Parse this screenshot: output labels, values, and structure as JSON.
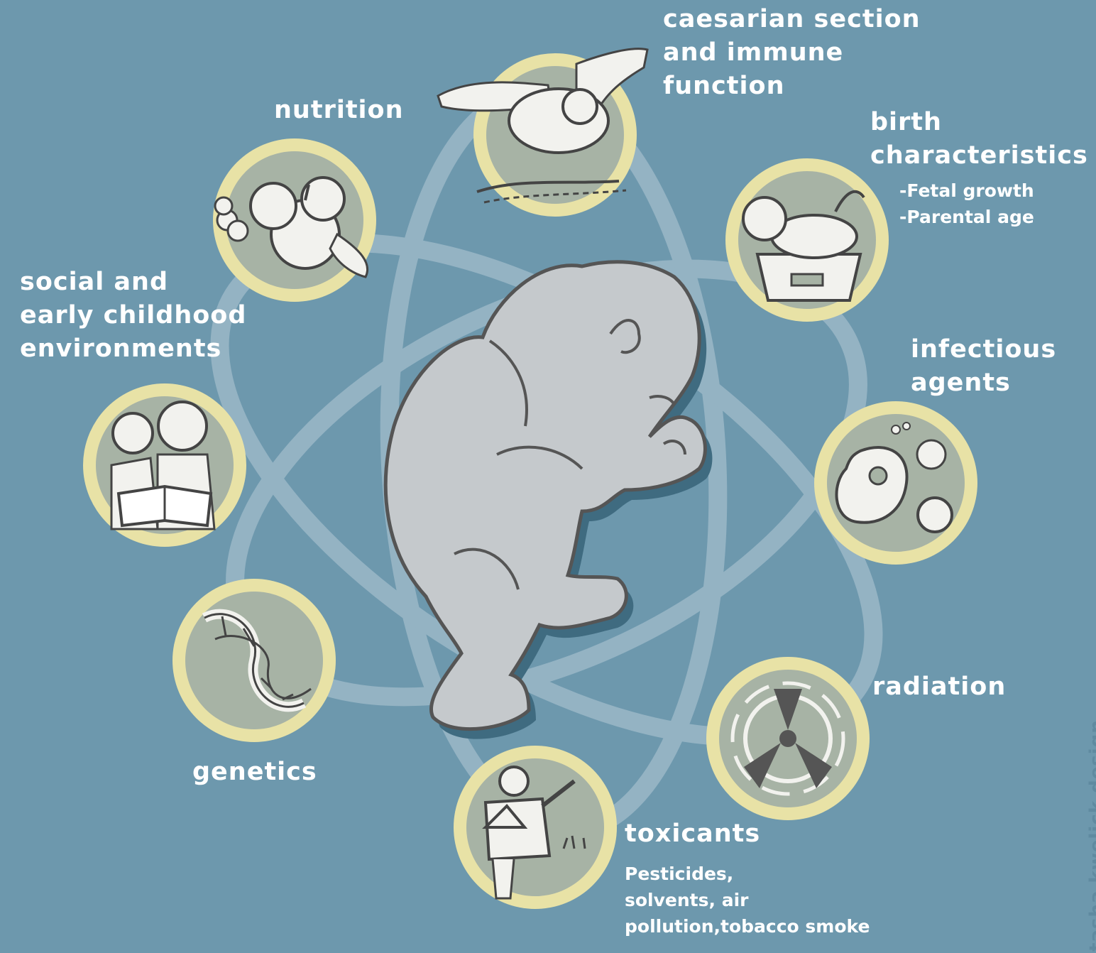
{
  "colors": {
    "background": "#6d98ad",
    "orbit": "#9bb8c8",
    "circle_ring": "#e8e2a6",
    "circle_fill": "#a7b3a5",
    "baby_fill": "#c5c9cc",
    "baby_shadow": "#3f6b80",
    "text": "#ffffff"
  },
  "factors": {
    "caesarian": {
      "lines": [
        "caesarian section",
        "and immune",
        "function"
      ],
      "icon": "hands-delivering-baby-icon"
    },
    "nutrition": {
      "lines": [
        "nutrition"
      ],
      "icon": "fruits-vegetables-icon"
    },
    "birth": {
      "lines": [
        "birth",
        "characteristics"
      ],
      "details": [
        "-Fetal growth",
        "-Parental age"
      ],
      "icon": "baby-on-scale-icon"
    },
    "social": {
      "lines": [
        "social and",
        "early childhood",
        "environments"
      ],
      "icon": "parent-child-reading-icon"
    },
    "infectious": {
      "lines": [
        "infectious",
        "agents"
      ],
      "icon": "microbes-icon"
    },
    "genetics": {
      "lines": [
        "genetics"
      ],
      "icon": "dna-helix-icon"
    },
    "radiation": {
      "lines": [
        "radiation"
      ],
      "icon": "radiation-symbol-icon"
    },
    "toxicants": {
      "lines": [
        "toxicants"
      ],
      "details": [
        "Pesticides,",
        "solvents, air",
        "pollution,tobacco smoke"
      ],
      "icon": "pesticide-sprayer-icon"
    }
  },
  "center": {
    "icon": "curled-baby-icon"
  },
  "credit": "tasha kwelick design"
}
